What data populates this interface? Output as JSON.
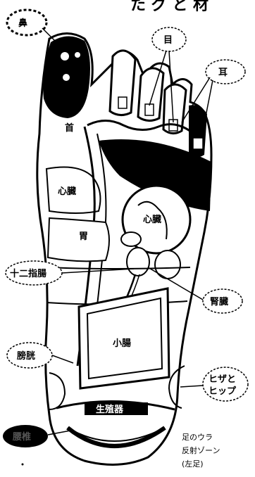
{
  "header": {
    "title_fragment": "た  グ と 材"
  },
  "labels": {
    "nose": "鼻",
    "eye": "目",
    "ear": "耳",
    "neck": "首",
    "heart_left": "心臓",
    "heart_right": "心臓",
    "stomach": "胃",
    "duodenum": "十二指腸",
    "kidney": "腎臓",
    "small_intestine": "小腸",
    "bladder": "膀胱",
    "knee": "ヒザと",
    "hip": "ヒップ",
    "reproductive": "生殖器",
    "bottom_label": "腰椎"
  },
  "caption": {
    "line1": "足のウラ",
    "line2": "反射ゾーン",
    "line3": "(左足)"
  },
  "colors": {
    "ink": "#000000",
    "paper": "#ffffff"
  }
}
